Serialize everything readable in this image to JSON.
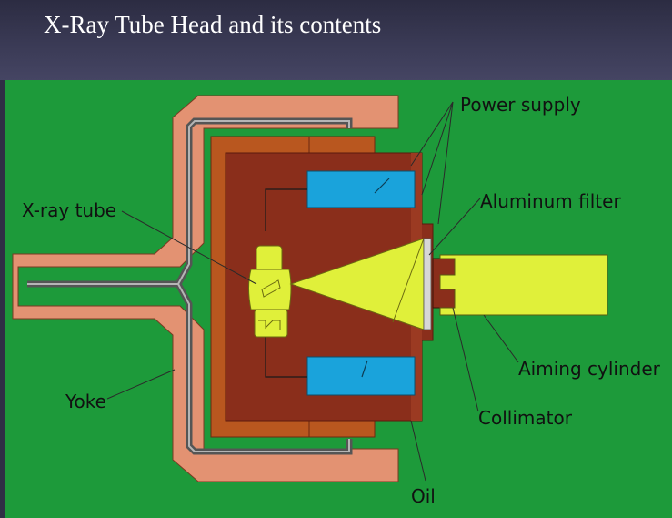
{
  "slide": {
    "title": "X-Ray Tube Head and its contents"
  },
  "diagram": {
    "labels": {
      "power_supply": "Power supply",
      "aluminum_filter": "Aluminum filter",
      "xray_tube": "X-ray tube",
      "aiming_cylinder": "Aiming cylinder",
      "yoke": "Yoke",
      "collimator": "Collimator",
      "oil": "Oil"
    },
    "colors": {
      "background": "#1d9a3a",
      "yoke": "#e39272",
      "housing": "#b9571f",
      "oil": "#8a2e1b",
      "transformer": "#1aa3db",
      "tube_and_beam": "#e0f03a",
      "cable": "#8a8a8a"
    }
  }
}
